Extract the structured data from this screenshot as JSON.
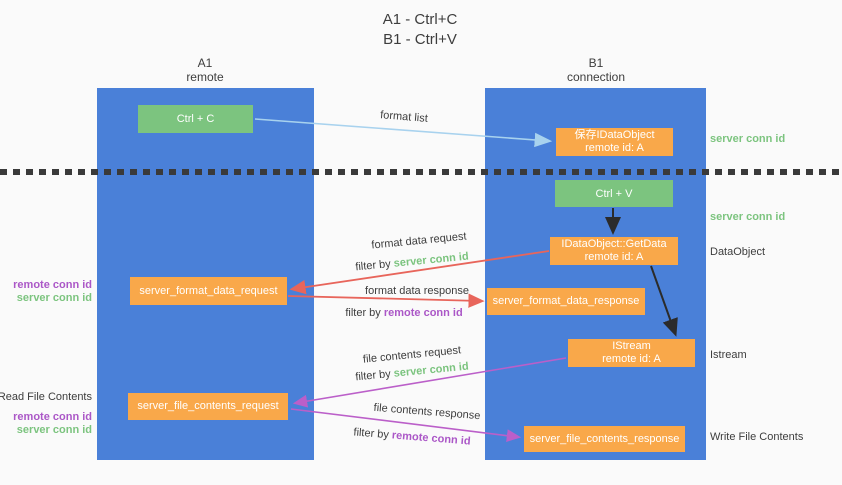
{
  "title": {
    "line1": "A1 - Ctrl+C",
    "line2": "B1 - Ctrl+V"
  },
  "lanes": {
    "a": {
      "name": "A1",
      "subtitle": "remote"
    },
    "b": {
      "name": "B1",
      "subtitle": "connection"
    }
  },
  "nodes": {
    "ctrl_c": {
      "label": "Ctrl + C"
    },
    "save_dataobject": {
      "line1": "保存IDataObject",
      "line2": "remote id: A"
    },
    "ctrl_v": {
      "label": "Ctrl + V"
    },
    "getdata": {
      "line1": "IDataObject::GetData",
      "line2": "remote id: A"
    },
    "format_request": {
      "label": "server_format_data_request"
    },
    "format_response": {
      "label": "server_format_data_response"
    },
    "istream": {
      "line1": "IStream",
      "line2": "remote id: A"
    },
    "file_request": {
      "label": "server_file_contents_request"
    },
    "file_response": {
      "label": "server_file_contents_response"
    }
  },
  "edge_labels": {
    "format_list": "format list",
    "format_data_request": "format data request",
    "filter_server_1": {
      "prefix": "filter by ",
      "highlight": "server conn id"
    },
    "format_data_response": "format data response",
    "filter_remote_1": {
      "prefix": "filter by ",
      "highlight": "remote conn id"
    },
    "file_contents_request": "file contents request",
    "filter_server_2": {
      "prefix": "filter by ",
      "highlight": "server conn id"
    },
    "file_contents_response": "file contents response",
    "filter_remote_2": {
      "prefix": "filter by ",
      "highlight": "remote conn id"
    }
  },
  "side_labels": {
    "right_server_conn_top": "server conn id",
    "right_server_conn_mid": "server conn id",
    "right_dataobject": "DataObject",
    "right_istream": "Istream",
    "right_write_file": "Write File Contents",
    "left_remote_conn_top": "remote conn id",
    "left_server_conn_top": "server conn id",
    "left_read_file": "Read File Contents",
    "left_remote_conn_bottom": "remote conn id",
    "left_server_conn_bottom": "server conn id"
  },
  "colors": {
    "background": "#fafafa",
    "lane_fill": "#4a80d8",
    "green_box": "#7cc47f",
    "orange_box": "#f9a84a",
    "arrow_blue": "#a8d2ee",
    "arrow_black": "#2b2b2b",
    "arrow_red": "#e8655b",
    "arrow_purple": "#bb5fc9",
    "text_green": "#7cc47f",
    "text_purple": "#ab57c7",
    "text_dark": "#3d3d3d"
  }
}
